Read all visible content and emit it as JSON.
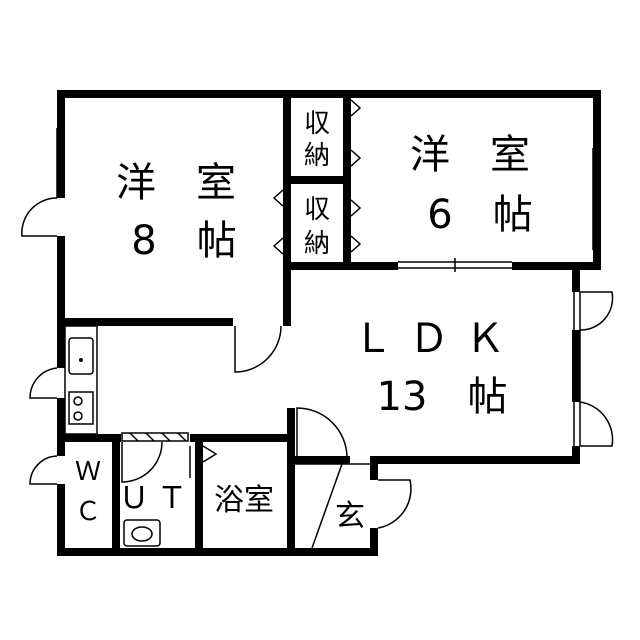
{
  "rooms": {
    "western_8": {
      "name": "洋　室",
      "size": "8　帖"
    },
    "western_6": {
      "name": "洋　室",
      "size": "6　帖"
    },
    "storage_1": {
      "name_top": "収",
      "name_bottom": "納"
    },
    "storage_2": {
      "name_top": "収",
      "name_bottom": "納"
    },
    "ldk": {
      "name": "ＬＤＫ",
      "size": "13　帖"
    },
    "wc": {
      "name_top": "Ｗ",
      "name_bottom": "Ｃ"
    },
    "ut": {
      "name": "ＵＴ"
    },
    "bath": {
      "name": "浴室"
    },
    "entrance": {
      "name": "玄"
    }
  },
  "icons": [
    "sink-icon",
    "stove-icon",
    "toilet-icon",
    "door-swing-icon",
    "window-icon"
  ]
}
